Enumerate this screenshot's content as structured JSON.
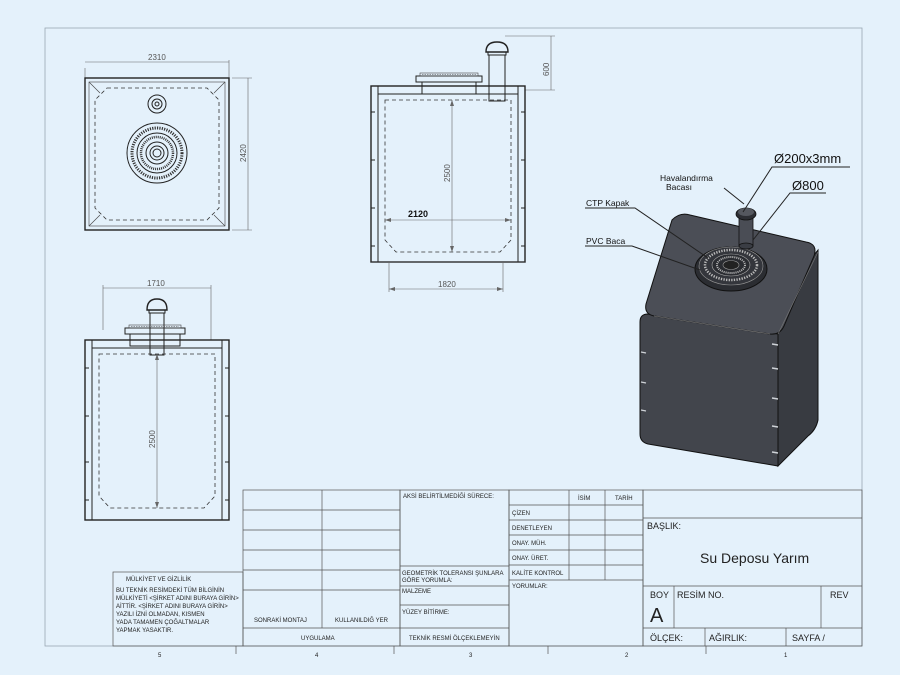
{
  "dimensions": {
    "top_width": "2310",
    "top_height": "2420",
    "front_vent_height": "600",
    "front_inner_height": "2500",
    "front_inner_width": "2120",
    "front_base_width": "1820",
    "side_width": "1710",
    "side_inner_height": "2500"
  },
  "callouts": {
    "vent_line1": "Havalandırma",
    "vent_line2": "Bacası",
    "lid": "CTP Kapak",
    "pipe": "PVC Baca",
    "pipe_diameter": "Ø200x3mm",
    "lid_diameter": "Ø800"
  },
  "title_block": {
    "unless_noted": "AKSİ BELİRTİLMEDİĞİ SÜRECE:",
    "name_col": "İSİM",
    "date_col": "TARİH",
    "roles": [
      "ÇİZEN",
      "DENETLEYEN",
      "ONAY. MÜH.",
      "ONAY. ÜRET.",
      "KALİTE KONTROL"
    ],
    "comments": "YORUMLAR:",
    "tolerance_line1": "GEOMETRİK TOLERANSI ŞUNLARA",
    "tolerance_line2": "GÖRE YORUMLA:",
    "material": "MALZEME",
    "surface": "YÜZEY BİTİRME:",
    "scale_note": "TEKNİK RESMİ ÖLÇEKLEMEYİN",
    "next_assembly": "SONRAKİ MONTAJ",
    "used_on": "KULLANILDIĞ YER",
    "application": "UYGULAMA",
    "title_label": "BAŞLIK:",
    "title": "Su Deposu Yarım",
    "size_label": "BOY",
    "size_value": "A",
    "dwg_no": "RESİM  NO.",
    "rev": "REV",
    "scale": "ÖLÇEK:",
    "weight": "AĞIRLIK:",
    "sheet": "SAYFA  /"
  },
  "proprietary": {
    "heading": "MÜLKİYET VE GİZLİLİK",
    "lines": [
      "BU TEKNİK RESİMDEKİ TÜM BİLGİNİN",
      "MÜLKİYETİ <ŞİRKET ADINI BURAYA GİRİN>",
      "AİTTİR.  <ŞİRKET ADINI BURAYA GİRİN>",
      "YAZILI İZNİ OLMADAN, KISMEN",
      "YADA TAMAMEN ÇOĞALTMALAR",
      "YAPMAK YASAKTIR."
    ]
  },
  "zone_numbers": [
    "5",
    "4",
    "3",
    "2",
    "1"
  ],
  "colors": {
    "background": "#e4f1fb",
    "tank_body": "#3e4148",
    "tank_top": "#4b4e56"
  }
}
